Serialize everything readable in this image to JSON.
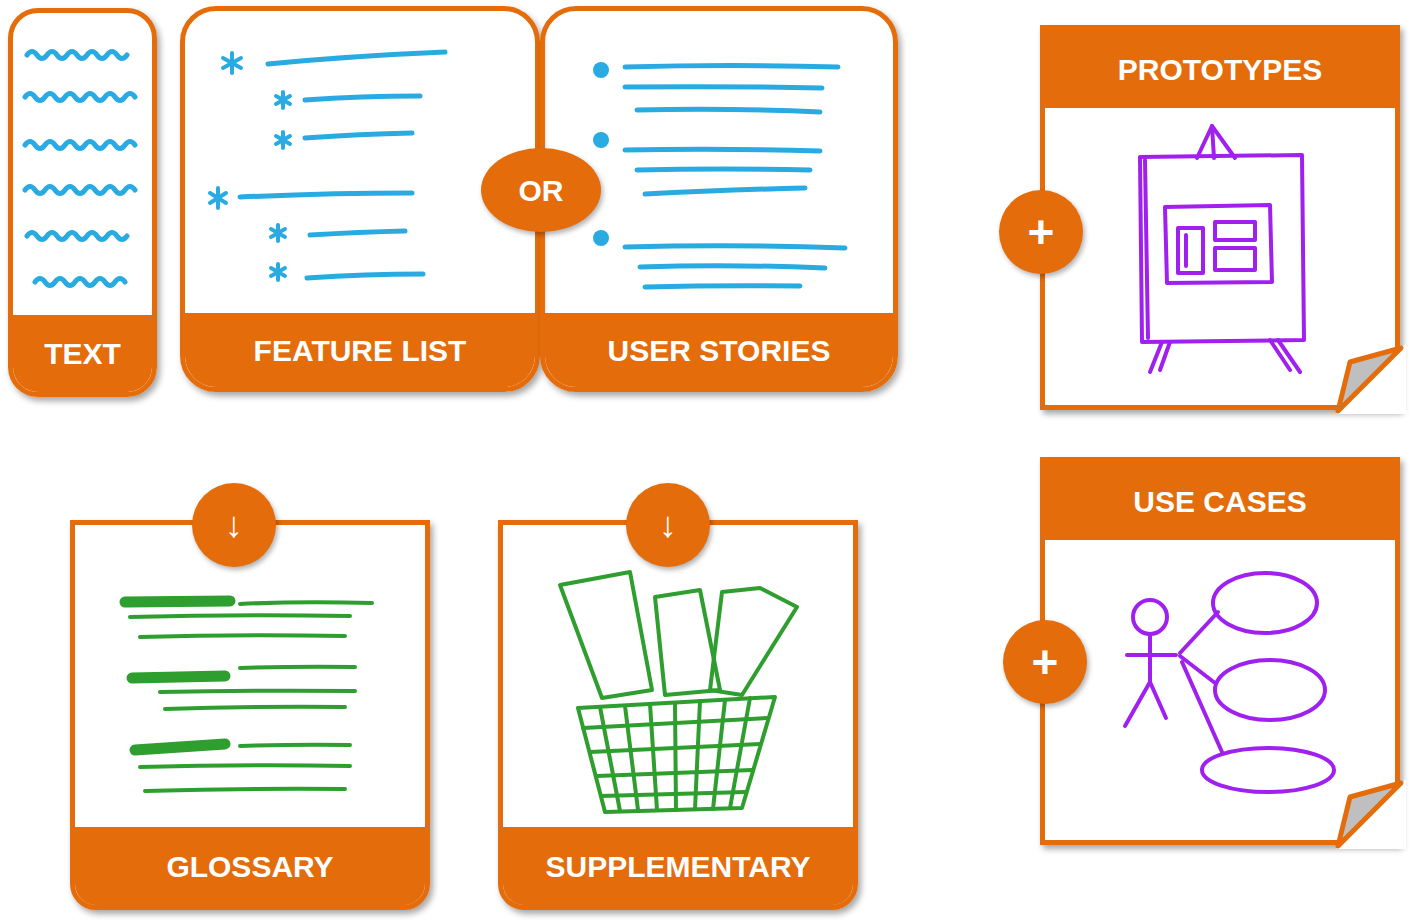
{
  "diagram": {
    "nodes": [
      {
        "text": [
          "TEXT"
        ]
      },
      {
        "text": [
          "FEATURE LIST"
        ]
      },
      {
        "text": [
          "OR"
        ]
      },
      {
        "text": [
          "USER STORIES"
        ]
      },
      {
        "text": [
          "+"
        ]
      },
      {
        "text": [
          "PROTOTYPES"
        ]
      },
      {
        "text": [
          "↓"
        ]
      },
      {
        "text": [
          "↓"
        ]
      },
      {
        "text": [
          "+"
        ]
      },
      {
        "text": [
          "USE CASES"
        ]
      },
      {
        "text": [
          "GLOSSARY"
        ]
      },
      {
        "text": [
          "SUPPLEMENTARY"
        ]
      }
    ]
  }
}
